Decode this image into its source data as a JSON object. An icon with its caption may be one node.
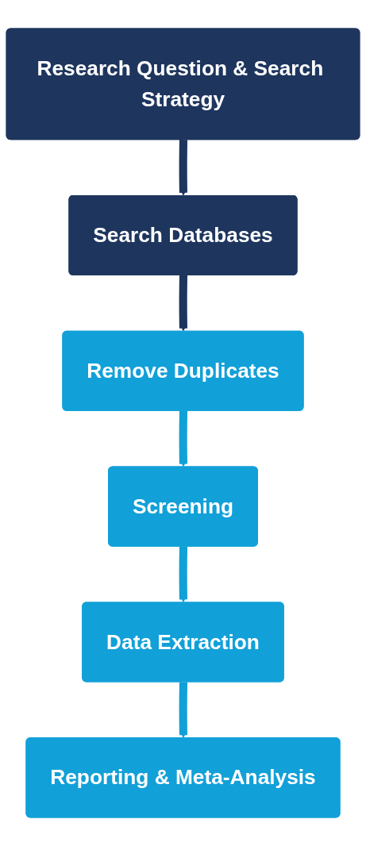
{
  "diagram": {
    "nodes": [
      {
        "text": [
          "Research Question & Search Strategy"
        ]
      },
      {
        "text": [
          "Search Databases"
        ]
      },
      {
        "text": [
          "Remove Duplicates"
        ]
      },
      {
        "text": [
          "Screening"
        ]
      },
      {
        "text": [
          "Data Extraction"
        ]
      },
      {
        "text": [
          "Reporting & Meta-Analysis"
        ]
      }
    ],
    "edges": [
      {
        "from": 0,
        "to": 1,
        "arrow": "to",
        "color": "#1e355e"
      },
      {
        "from": 1,
        "to": 2,
        "arrow": "to",
        "color": "#1e355e"
      },
      {
        "from": 2,
        "to": 3,
        "arrow": "to"
      },
      {
        "from": 3,
        "to": 4,
        "arrow": "to"
      },
      {
        "from": 4,
        "to": 5,
        "arrow": "to"
      }
    ]
  }
}
